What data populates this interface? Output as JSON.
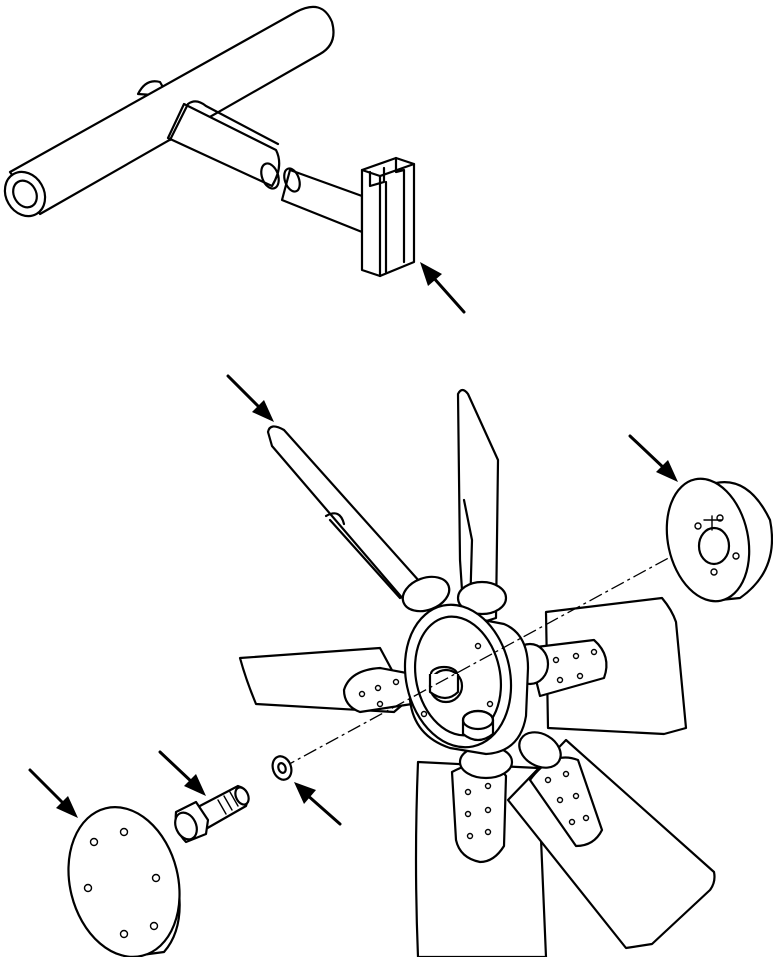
{
  "figure": {
    "background": "#ffffff",
    "stroke_color": "#000000",
    "parts": [
      {
        "id": "tee-handle-tool",
        "icon": "tee-handle-wrench-icon"
      },
      {
        "id": "slotted-tool-tip",
        "icon": "slotted-socket-icon"
      },
      {
        "id": "fan-assembly",
        "icon": "fan-icon",
        "blade_count": 6
      },
      {
        "id": "drive-pulley",
        "icon": "pulley-icon"
      },
      {
        "id": "spacer-plate",
        "icon": "plate-icon",
        "hole_count": 6
      },
      {
        "id": "mounting-capscrew",
        "icon": "bolt-icon"
      },
      {
        "id": "washer",
        "icon": "washer-icon"
      }
    ],
    "callout_arrow_count": 6
  }
}
